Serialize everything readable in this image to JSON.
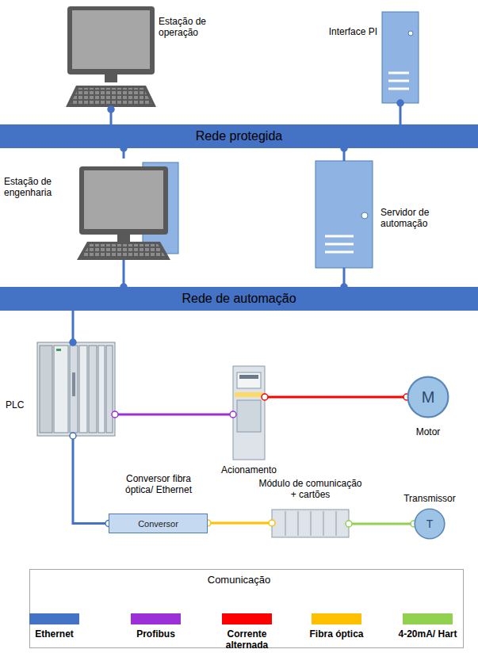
{
  "diagram": {
    "nodes": [
      {
        "text": [
          "Estação de operação"
        ]
      },
      {
        "text": [
          "Interface PI"
        ]
      },
      {
        "text": [
          "Rede protegida"
        ]
      },
      {
        "text": [
          "Estação de engenharia"
        ]
      },
      {
        "text": [
          "Servidor de automação"
        ]
      },
      {
        "text": [
          "Rede de automação"
        ]
      },
      {
        "text": [
          "PLC"
        ]
      },
      {
        "text": [
          "Acionamento"
        ]
      },
      {
        "text": [
          "M",
          "Motor"
        ]
      },
      {
        "text": [
          "Conversor fibra óptica/ Ethernet",
          "Conversor"
        ]
      },
      {
        "text": [
          "Módulo de comunicação + cartões"
        ]
      },
      {
        "text": [
          "T",
          "Transmissor"
        ]
      }
    ],
    "edges": [
      {
        "from": 0,
        "to": 2,
        "arrow": "none"
      },
      {
        "from": 1,
        "to": 2,
        "arrow": "none"
      },
      {
        "from": 3,
        "to": 2,
        "arrow": "none"
      },
      {
        "from": 4,
        "to": 2,
        "arrow": "none"
      },
      {
        "from": 3,
        "to": 5,
        "arrow": "none"
      },
      {
        "from": 4,
        "to": 5,
        "arrow": "none"
      },
      {
        "from": 5,
        "to": 6,
        "arrow": "none"
      },
      {
        "from": 6,
        "to": 7,
        "arrow": "none"
      },
      {
        "from": 7,
        "to": 8,
        "arrow": "none"
      },
      {
        "from": 6,
        "to": 9,
        "arrow": "none"
      },
      {
        "from": 9,
        "to": 10,
        "arrow": "none"
      },
      {
        "from": 10,
        "to": 11,
        "arrow": "none"
      }
    ],
    "labels": [
      "Comunicação"
    ],
    "legend": [
      {
        "text": "Ethernet",
        "color": "#4472c4"
      },
      {
        "text": "Profibus",
        "color": "#9b30d9"
      },
      {
        "text": "Corrente alternada",
        "color": "#ff0000"
      },
      {
        "text": "Fibra óptica",
        "color": "#ffc000"
      },
      {
        "text": "4-20mA/ Hart",
        "color": "#92d050"
      }
    ]
  }
}
